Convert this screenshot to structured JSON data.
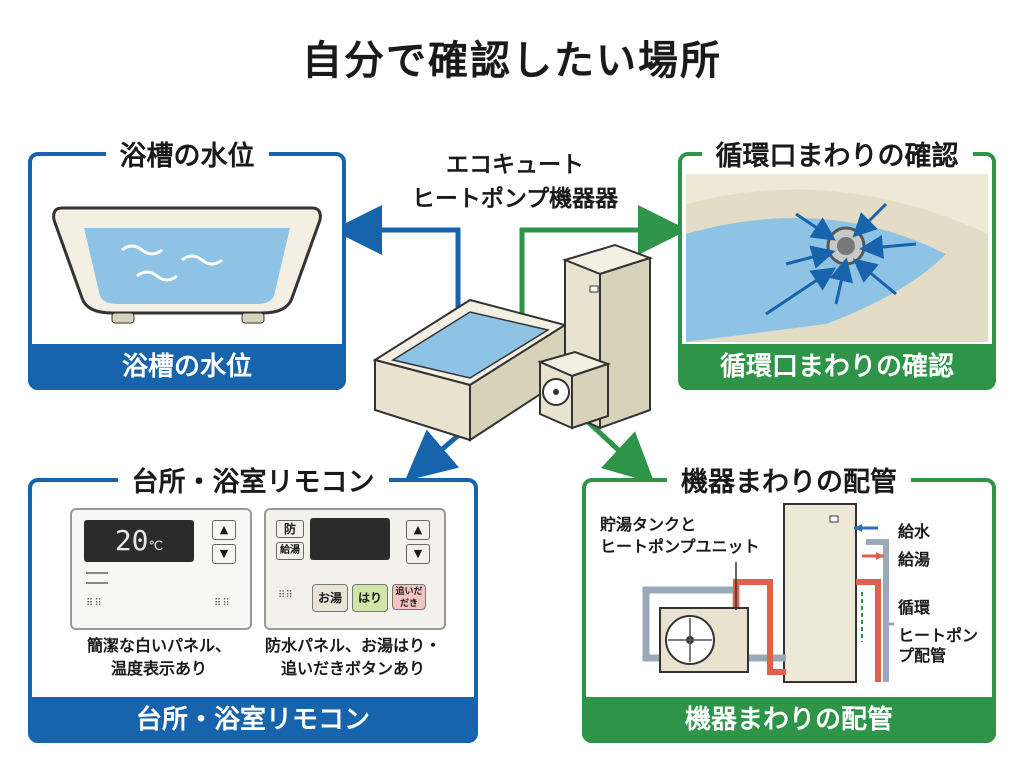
{
  "title": "自分で確認したい場所",
  "center": {
    "line1": "エコキュート",
    "line2": "ヒートポンプ機器器"
  },
  "panels": {
    "tub_level": {
      "heading": "浴槽の水位",
      "footer": "浴槽の水位"
    },
    "circulation": {
      "heading": "循環口まわりの確認",
      "footer": "循環口まわりの確認"
    },
    "remotes": {
      "heading": "台所・浴室リモコン",
      "footer": "台所・浴室リモコン",
      "remote1": {
        "display": "20",
        "unit": "℃",
        "caption": [
          "簡潔な白いパネル、",
          "温度表示あり"
        ]
      },
      "remote2": {
        "btn_top1": "防",
        "btn_top2": "給湯",
        "btn_ofuro": "お湯",
        "btn_hari": "はり",
        "btn_oidaki": "追いだ\nだき",
        "caption": [
          "防水パネル、お湯はり・",
          "追いだきボタンあり"
        ]
      }
    },
    "piping": {
      "heading": "機器まわりの配管",
      "footer": "機器まわりの配管",
      "callout": [
        "貯湯タンクと",
        "ヒートポンプユニット"
      ],
      "legend": [
        {
          "label": "給水",
          "color": "#2a6fbf"
        },
        {
          "label": "給湯",
          "color": "#e0604a"
        },
        {
          "label": "循環",
          "color": "#2e9448"
        },
        {
          "label": "ヒートポン\nプ配管",
          "color": "#9aa9b8"
        }
      ]
    }
  },
  "colors": {
    "blue": "#1764ad",
    "green": "#2e9448",
    "water": "#8ec3e6",
    "appliance": "#ede8d8"
  }
}
